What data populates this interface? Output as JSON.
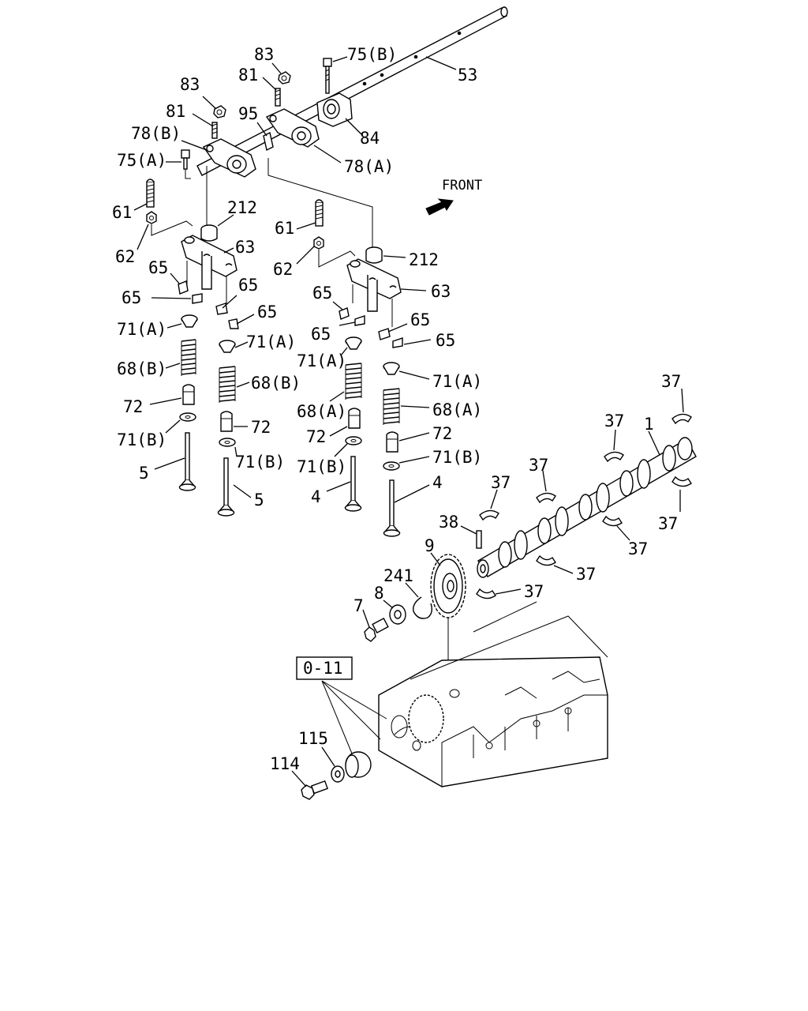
{
  "diagram": {
    "front_label": "FRONT",
    "ref_box": "0-11",
    "labels": {
      "l53": "53",
      "l75b": "75(B)",
      "l83a": "83",
      "l81a": "81",
      "l95": "95",
      "l84": "84",
      "l78a": "78(A)",
      "l83b": "83",
      "l81b": "81",
      "l78b": "78(B)",
      "l75a": "75(A)",
      "l61a": "61",
      "l212a": "212",
      "l62a": "62",
      "l63a": "63",
      "l65a": "65",
      "l65b": "65",
      "l65c": "65",
      "l65d": "65",
      "l71a1": "71(A)",
      "l71a2": "71(A)",
      "l68b1": "68(B)",
      "l68b2": "68(B)",
      "l72a": "72",
      "l72b": "72",
      "l71b1": "71(B)",
      "l71b2": "71(B)",
      "l5a": "5",
      "l5b": "5",
      "l61b": "61",
      "l62b": "62",
      "l212b": "212",
      "l63b": "63",
      "l65e": "65",
      "l65f": "65",
      "l65g": "65",
      "l65h": "65",
      "l71a3": "71(A)",
      "l71a4": "71(A)",
      "l68a1": "68(A)",
      "l68a2": "68(A)",
      "l72c": "72",
      "l72d": "72",
      "l71b3": "71(B)",
      "l71b4": "71(B)",
      "l4a": "4",
      "l4b": "4",
      "l37a": "37",
      "l37b": "37",
      "l1": "1",
      "l37c": "37",
      "l37d": "37",
      "l37e": "37",
      "l37f": "37",
      "l37g": "37",
      "l37h": "37",
      "l38": "38",
      "l9": "9",
      "l241": "241",
      "l8": "8",
      "l7": "7",
      "l115": "115",
      "l114": "114"
    }
  }
}
